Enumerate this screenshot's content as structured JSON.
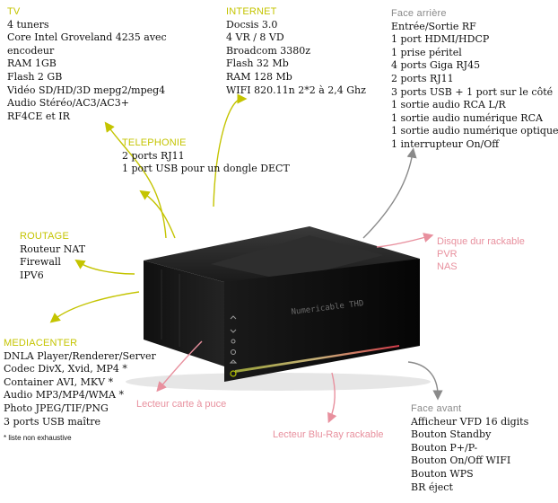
{
  "tv": {
    "title": "TV",
    "lines": [
      "4 tuners",
      "Core Intel Groveland 4235 avec",
      "encodeur",
      "RAM 1GB",
      "Flash 2 GB",
      "Vidéo SD/HD/3D mepg2/mpeg4",
      "Audio Stéréo/AC3/AC3+",
      "RF4CE et IR"
    ]
  },
  "internet": {
    "title": "INTERNET",
    "lines": [
      "Docsis 3.0",
      "4 VR / 8 VD",
      "Broadcom 3380z",
      "Flash 32 Mb",
      "RAM 128 Mb",
      "WIFI 820.11n 2*2 à 2,4 Ghz"
    ]
  },
  "rear": {
    "title": "Face arrière",
    "lines": [
      "Entrée/Sortie RF",
      "1 port HDMI/HDCP",
      "1 prise péritel",
      "4 ports Giga RJ45",
      "2 ports RJ11",
      "3 ports USB + 1 port sur le côté",
      "1 sortie audio RCA L/R",
      "1 sortie audio numérique RCA",
      "1 sortie audio numérique optique",
      "1 interrupteur On/Off"
    ]
  },
  "telephonie": {
    "title": "TELEPHONIE",
    "lines": [
      "2 ports RJ11",
      "1 port USB pour un dongle DECT"
    ]
  },
  "routage": {
    "title": "ROUTAGE",
    "lines": [
      "Routeur NAT",
      "Firewall",
      "IPV6"
    ]
  },
  "disque": {
    "lines": [
      "Disque dur rackable",
      "PVR",
      "NAS"
    ]
  },
  "mediacenter": {
    "title": "MEDIACENTER",
    "lines": [
      "DNLA Player/Renderer/Server",
      "Codec DivX, Xvid, MP4 *",
      "Container AVI, MKV *",
      "Audio MP3/MP4/WMA *",
      "Photo JPEG/TIF/PNG",
      "3 ports USB maître"
    ],
    "note": "* liste non exhaustive"
  },
  "carte": {
    "label": "Lecteur carte à puce"
  },
  "bluray": {
    "label": "Lecteur Blu-Ray rackable"
  },
  "front": {
    "title": "Face avant",
    "lines": [
      "Afficheur VFD 16 digits",
      "Bouton Standby",
      "Bouton P+/P-",
      "Bouton On/Off WIFI",
      "Bouton WPS",
      "BR éject"
    ]
  },
  "device": {
    "brand": "Numericable THD"
  },
  "colors": {
    "yellow": "#c4c400",
    "gray": "#8a8a8a",
    "pink": "#e8909e"
  }
}
